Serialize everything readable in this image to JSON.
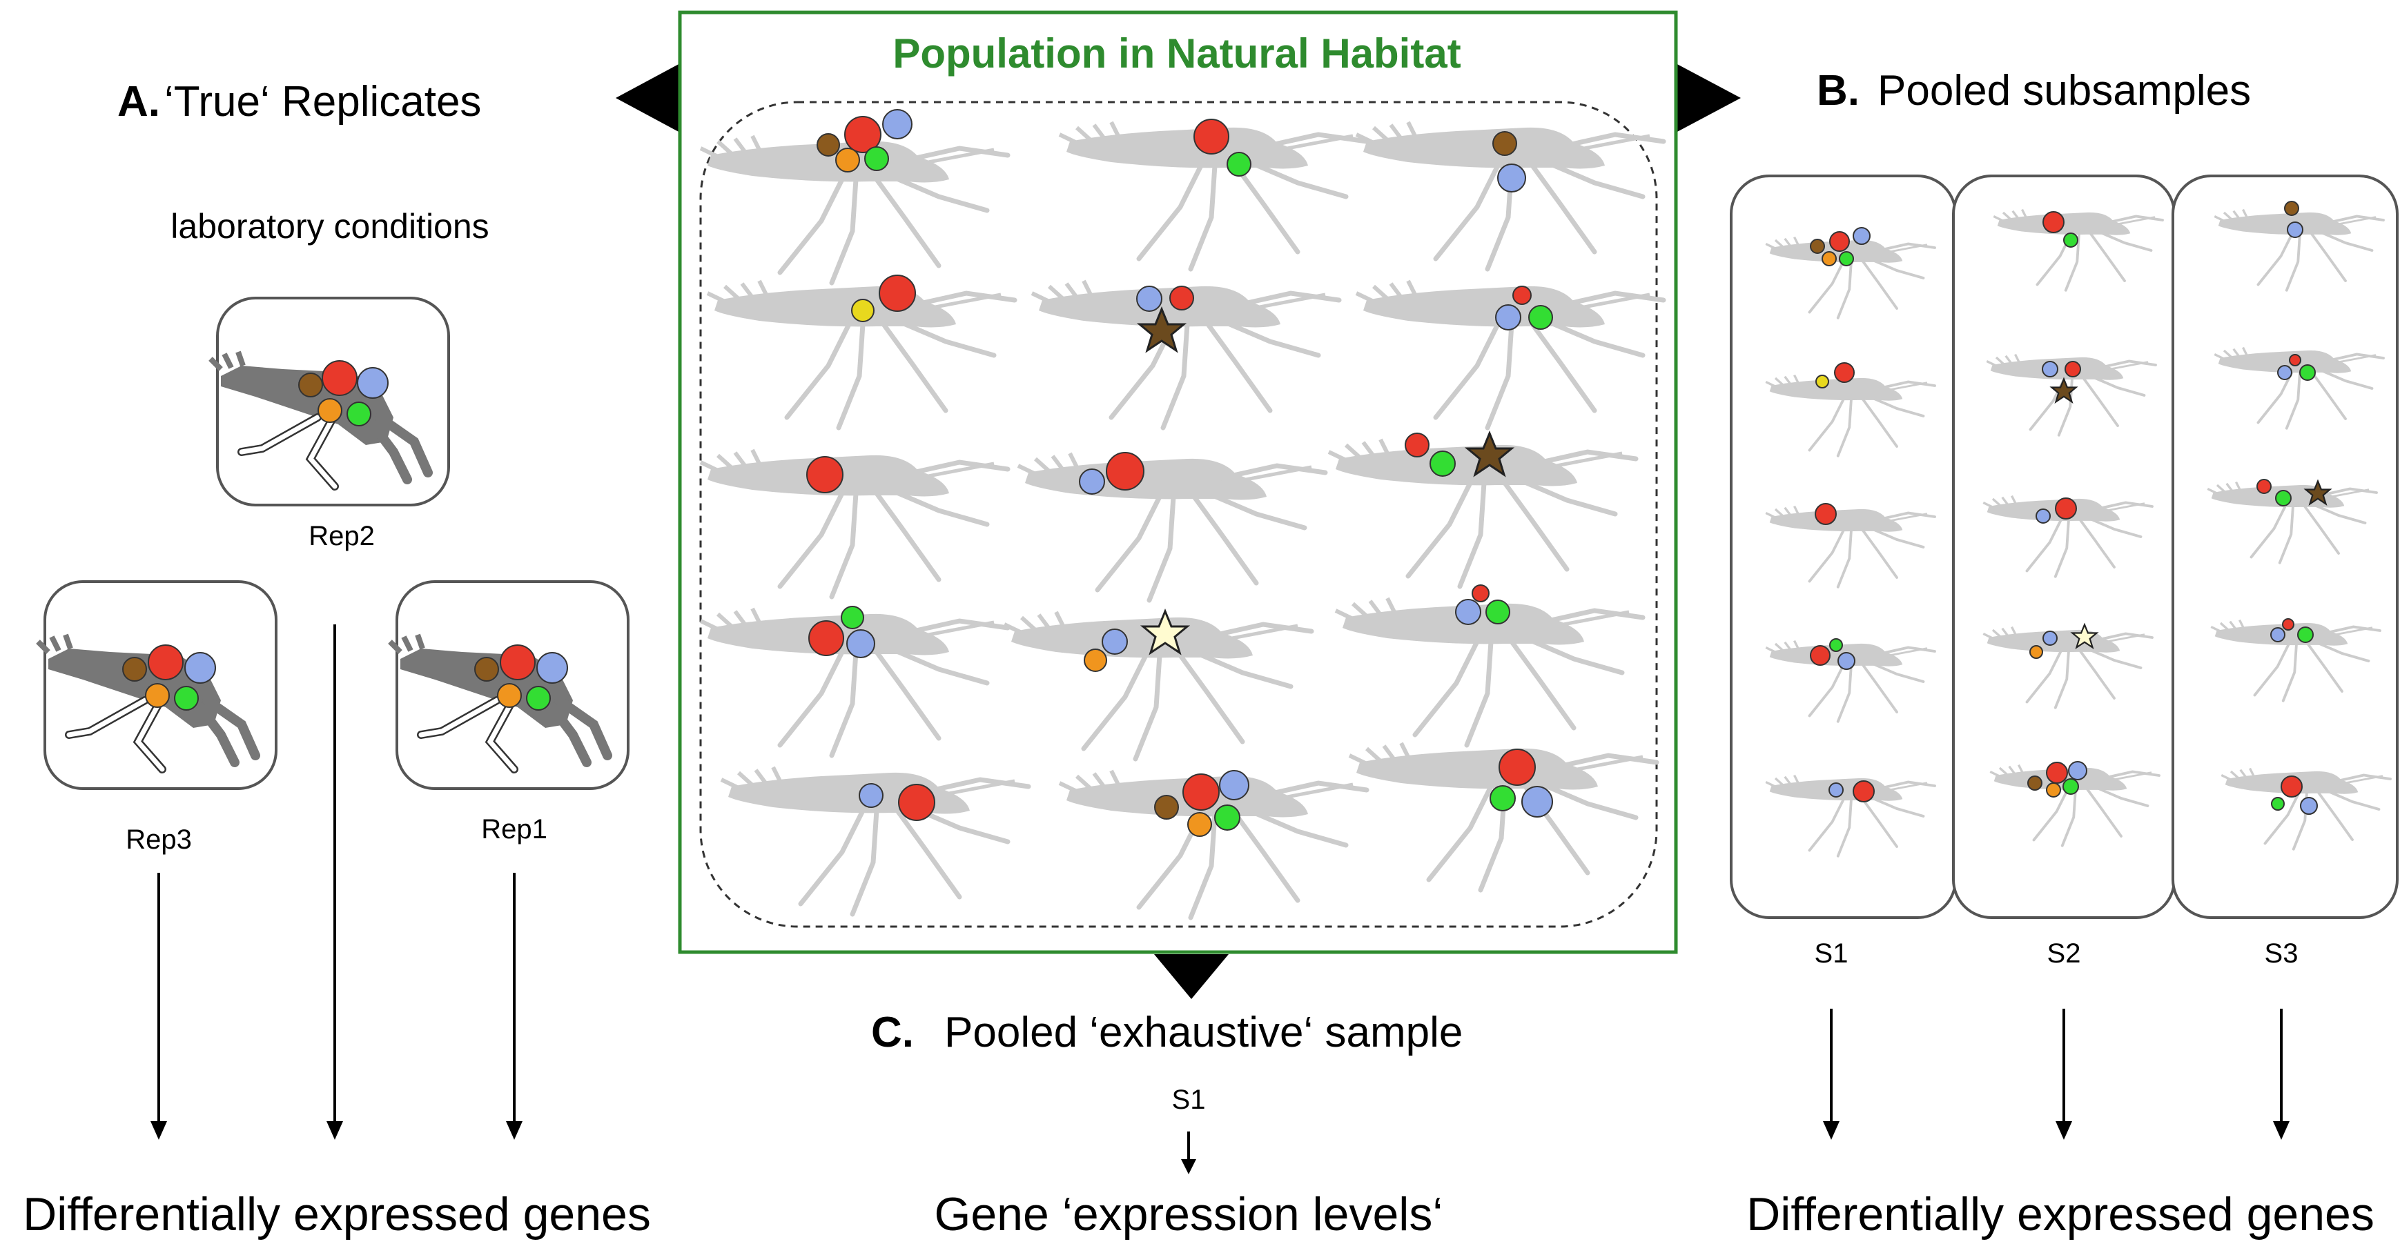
{
  "panel_a": {
    "letter": "A.",
    "title": "‘True‘ Replicates",
    "subtitle": "laboratory conditions",
    "replicates": [
      {
        "label": "Rep2"
      },
      {
        "label": "Rep3"
      },
      {
        "label": "Rep1"
      }
    ],
    "result": "Differentially expressed genes"
  },
  "center": {
    "title": "Population in Natural Habitat",
    "title_color": "#2e8b2e",
    "border_color": "#2e8b2e"
  },
  "panel_b": {
    "letter": "B.",
    "title": "Pooled subsamples",
    "samples": [
      {
        "label": "S1"
      },
      {
        "label": "S2"
      },
      {
        "label": "S3"
      }
    ],
    "result": "Differentially expressed genes"
  },
  "panel_c": {
    "letter": "C.",
    "title": "Pooled ‘exhaustive‘ sample",
    "sample_label": "S1",
    "result": "Gene ‘expression levels‘"
  },
  "colors": {
    "red": "#e8392b",
    "blue": "#8fa8e8",
    "green": "#33dd33",
    "orange": "#f0951e",
    "brown": "#8b5a1e",
    "yellow": "#e8d81e",
    "star_brown": "#6b4a1e",
    "star_light": "#fffbd0",
    "insect_gray": "#cccccc",
    "insect_dark": "#777777"
  },
  "markers": {
    "population": [
      [
        "brown",
        "red",
        "blue",
        "orange",
        "green"
      ],
      [
        "red",
        "green"
      ],
      [
        "brown",
        "blue"
      ],
      [
        "yellow",
        "red"
      ],
      [
        "blue",
        "red",
        "star_brown"
      ],
      [
        "red",
        "blue",
        "green"
      ],
      [
        "red"
      ],
      [
        "blue",
        "red"
      ],
      [
        "red",
        "green",
        "star_brown"
      ],
      [
        "red",
        "green",
        "blue"
      ],
      [
        "orange",
        "blue",
        "star_light"
      ],
      [
        "red",
        "blue",
        "green"
      ],
      [
        "blue",
        "red"
      ],
      [
        "brown",
        "red",
        "blue",
        "orange",
        "green"
      ],
      [
        "red",
        "green",
        "blue"
      ]
    ]
  }
}
